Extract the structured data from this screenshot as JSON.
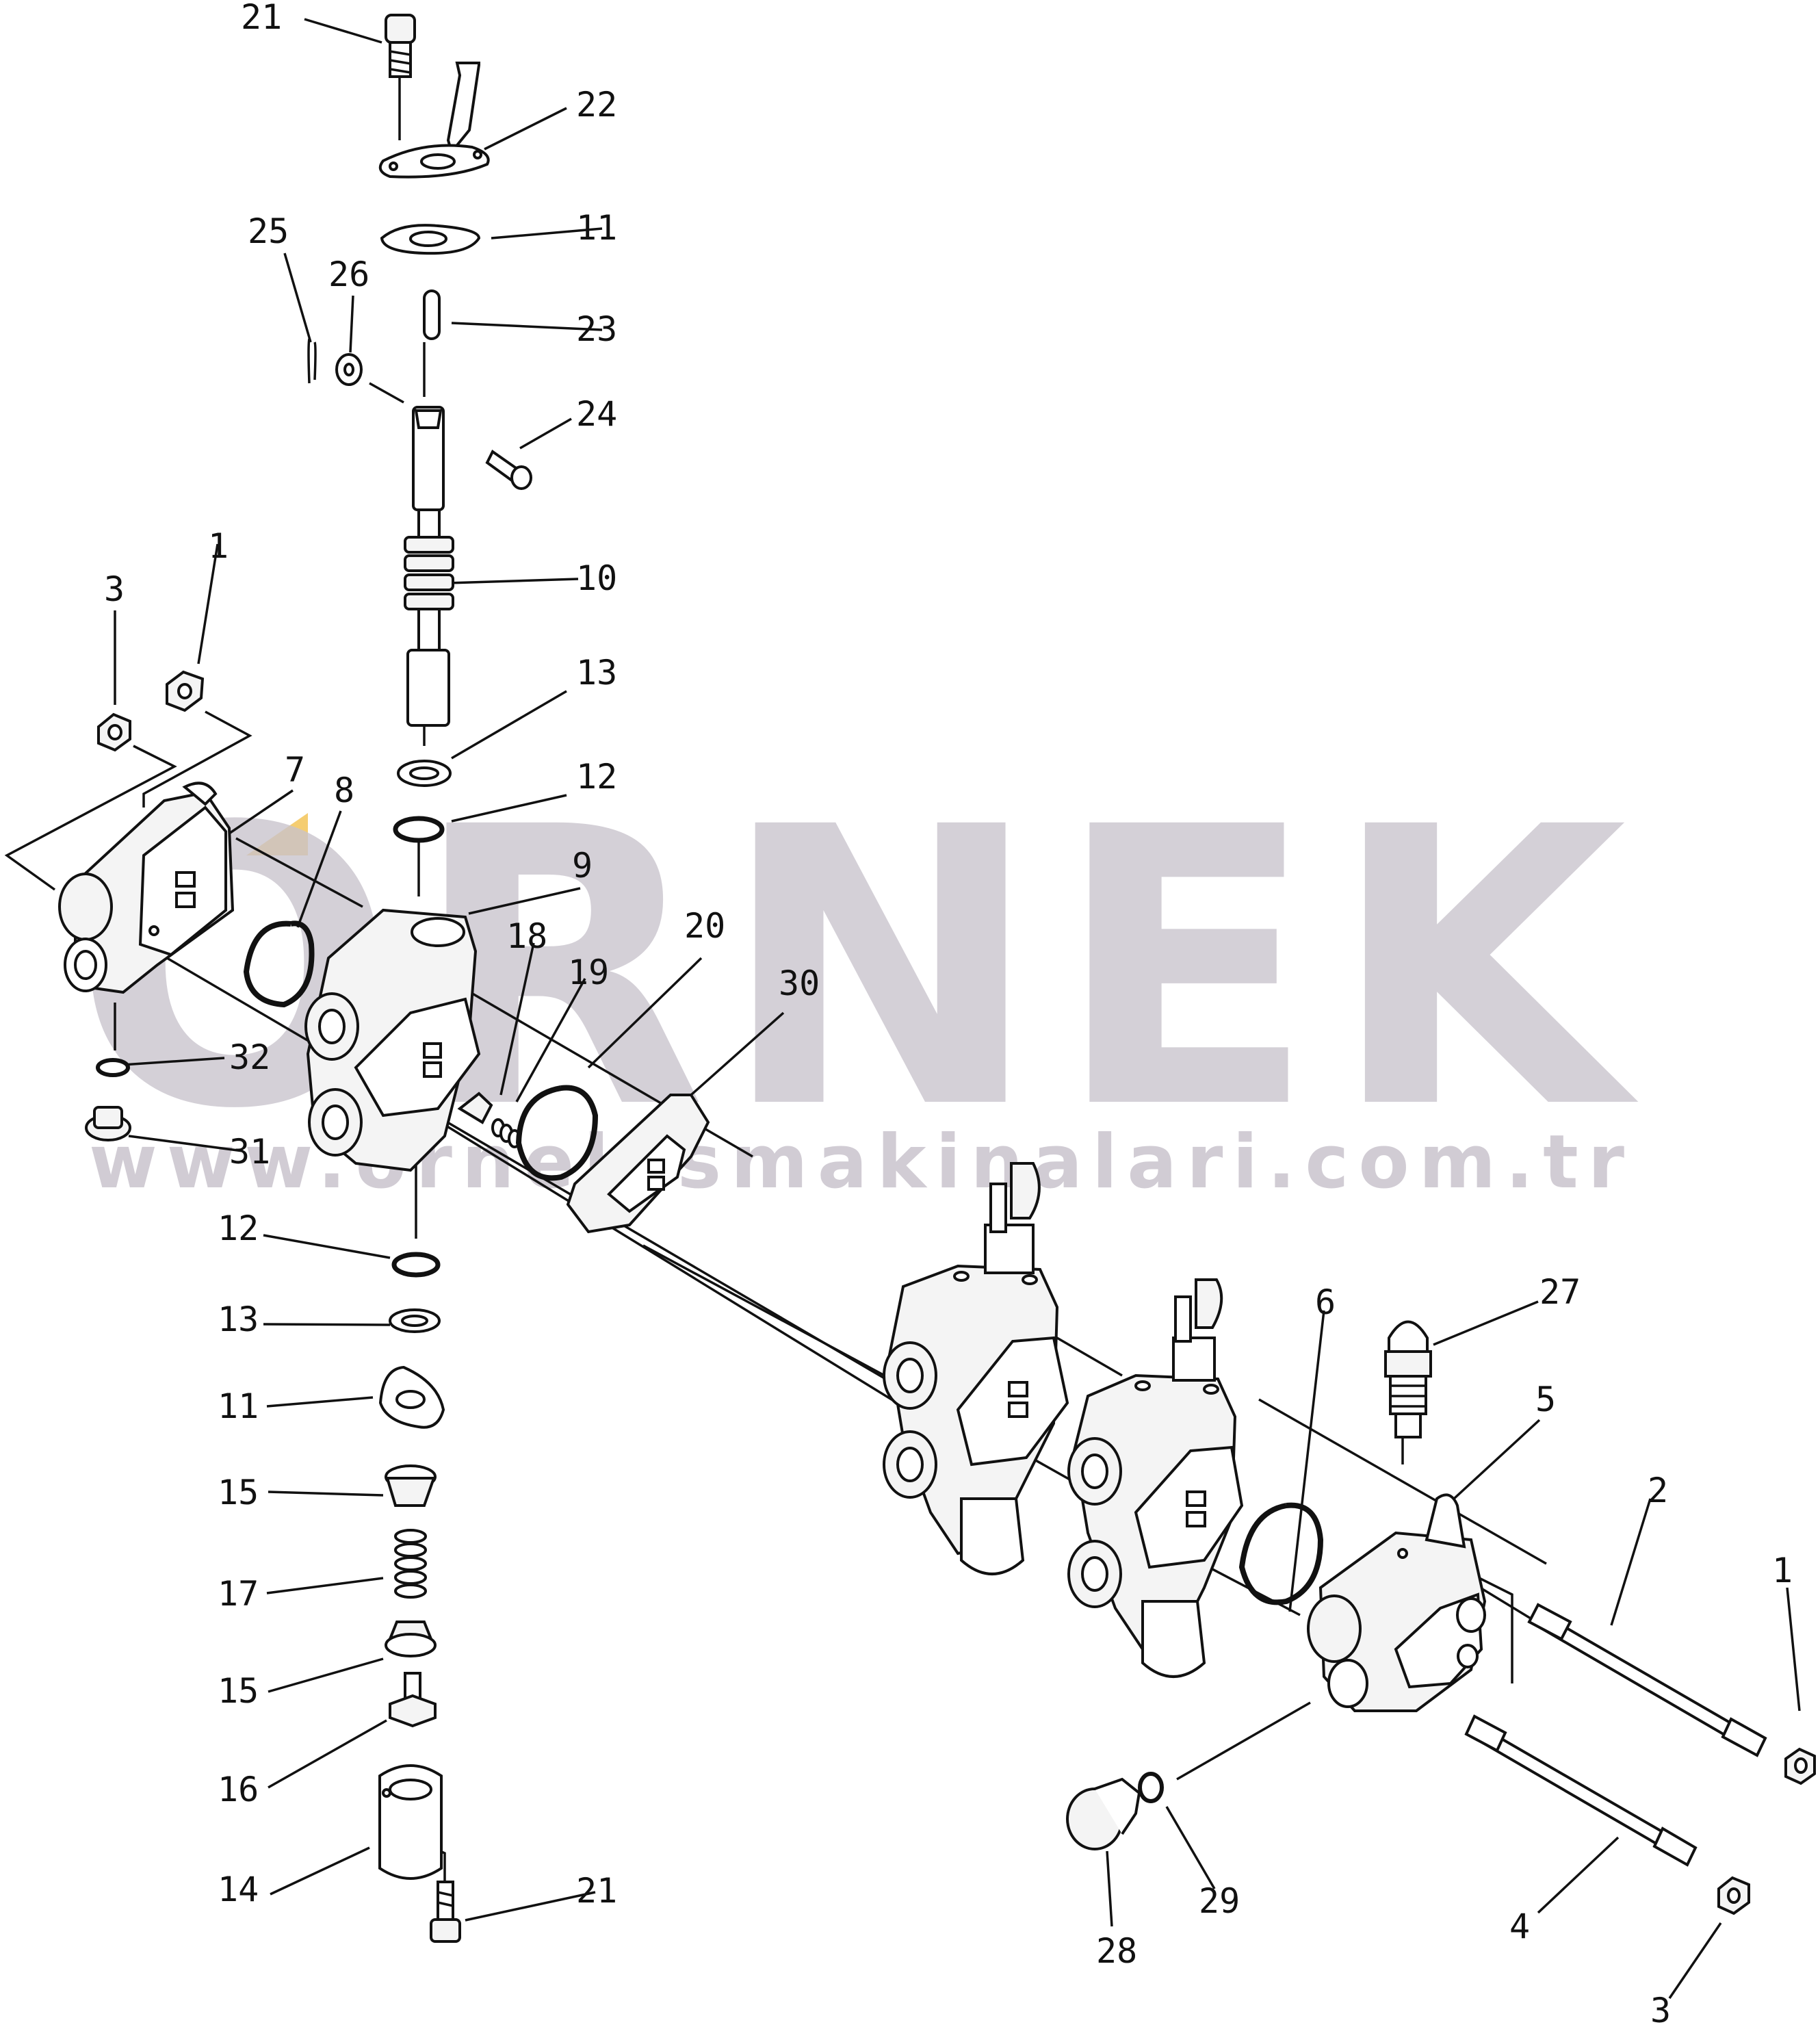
{
  "watermark": {
    "brand": "ORNEK",
    "url": "www.ornekismakinalari.com.tr",
    "brand_color": "#c9c4cd",
    "accent_color": "#f2c14e"
  },
  "callouts": [
    {
      "id": "c21a",
      "text": "21"
    },
    {
      "id": "c22",
      "text": "22"
    },
    {
      "id": "c11a",
      "text": "11"
    },
    {
      "id": "c25",
      "text": "25"
    },
    {
      "id": "c26",
      "text": "26"
    },
    {
      "id": "c23",
      "text": "23"
    },
    {
      "id": "c24",
      "text": "24"
    },
    {
      "id": "c10",
      "text": "10"
    },
    {
      "id": "c1a",
      "text": "1"
    },
    {
      "id": "c3a",
      "text": "3"
    },
    {
      "id": "c13a",
      "text": "13"
    },
    {
      "id": "c12a",
      "text": "12"
    },
    {
      "id": "c7",
      "text": "7"
    },
    {
      "id": "c8",
      "text": "8"
    },
    {
      "id": "c9",
      "text": "9"
    },
    {
      "id": "c18",
      "text": "18"
    },
    {
      "id": "c19",
      "text": "19"
    },
    {
      "id": "c20",
      "text": "20"
    },
    {
      "id": "c30",
      "text": "30"
    },
    {
      "id": "c32",
      "text": "32"
    },
    {
      "id": "c31",
      "text": "31"
    },
    {
      "id": "c12b",
      "text": "12"
    },
    {
      "id": "c13b",
      "text": "13"
    },
    {
      "id": "c11b",
      "text": "11"
    },
    {
      "id": "c15a",
      "text": "15"
    },
    {
      "id": "c17",
      "text": "17"
    },
    {
      "id": "c15b",
      "text": "15"
    },
    {
      "id": "c16",
      "text": "16"
    },
    {
      "id": "c14",
      "text": "14"
    },
    {
      "id": "c21b",
      "text": "21"
    },
    {
      "id": "c27",
      "text": "27"
    },
    {
      "id": "c6",
      "text": "6"
    },
    {
      "id": "c5",
      "text": "5"
    },
    {
      "id": "c2",
      "text": "2"
    },
    {
      "id": "c1b",
      "text": "1"
    },
    {
      "id": "c28",
      "text": "28"
    },
    {
      "id": "c29",
      "text": "29"
    },
    {
      "id": "c4",
      "text": "4"
    },
    {
      "id": "c3b",
      "text": "3"
    }
  ]
}
